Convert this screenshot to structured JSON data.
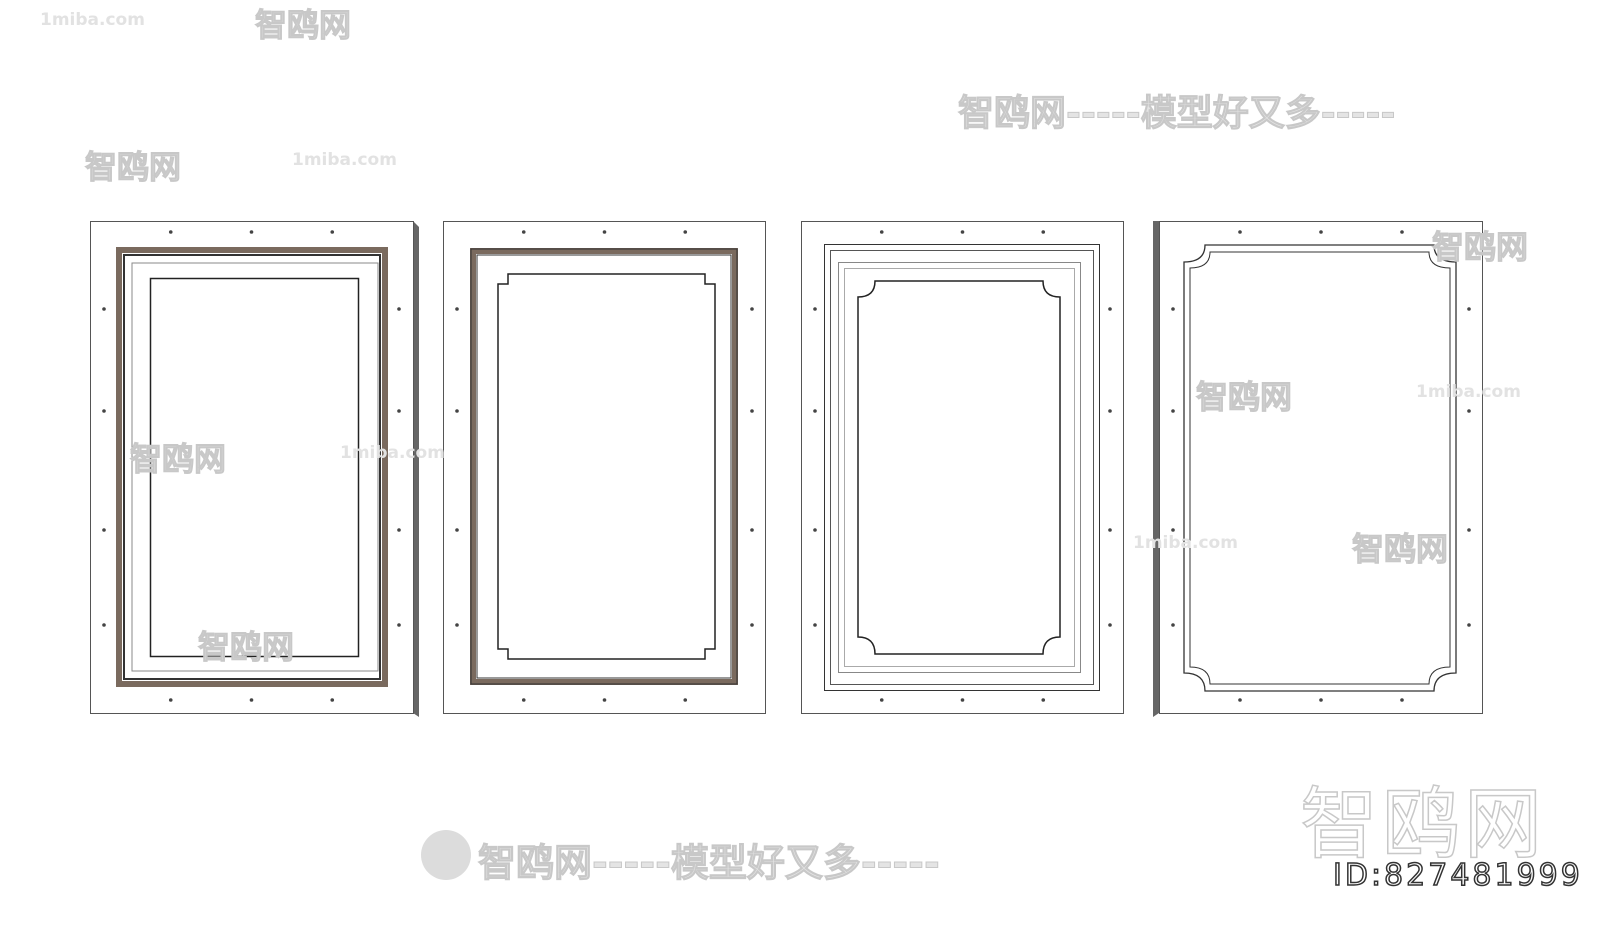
{
  "watermarks": {
    "site": "1miba.com",
    "brand": "智鸥网",
    "slogan": "智鸥网-----模型好又多-----",
    "id_label": "ID:827481999"
  },
  "colors": {
    "frame_brown": "#7a6a5e",
    "line": "#333333",
    "panel_edge": "#555555"
  },
  "panels": [
    {
      "style": "rectangular inner panel with brown moulding"
    },
    {
      "style": "notched-corner inner panel with brown moulding"
    },
    {
      "style": "rounded notched-corner inner panel with double rectangle border"
    },
    {
      "style": "cusped-corner inner panel with double outline"
    }
  ]
}
